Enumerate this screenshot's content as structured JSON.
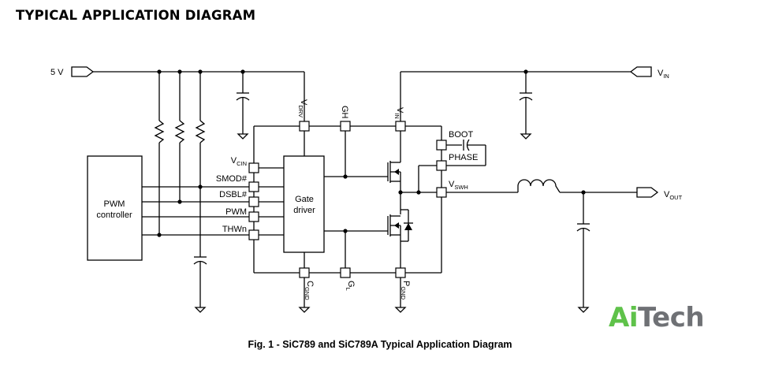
{
  "title": "TYPICAL APPLICATION DIAGRAM",
  "caption": "Fig. 1 - SiC789 and SiC789A Typical Application Diagram",
  "logo": {
    "part1": "Ai",
    "part2": "Tech",
    "color_ai": "#5fc24a",
    "color_tech": "#6f7175"
  },
  "power": {
    "input_5v": "5 V",
    "vin": {
      "main": "V",
      "sub": "IN"
    },
    "vout": {
      "main": "V",
      "sub": "OUT"
    }
  },
  "controller": {
    "line1": "PWM",
    "line2": "controller"
  },
  "driver": {
    "line1": "Gate",
    "line2": "driver"
  },
  "left_pins": {
    "vcin": {
      "main": "V",
      "sub": "CIN"
    },
    "smod": "SMOD#",
    "dsbl": "DSBL#",
    "pwm": "PWM",
    "thwn": "THWn"
  },
  "top_pins": {
    "vdrv": {
      "main": "V",
      "sub": "DRV"
    },
    "gh": "GH",
    "vin": {
      "main": "V",
      "sub": "IN"
    }
  },
  "bottom_pins": {
    "cgnd": {
      "main": "C",
      "sub": "GND"
    },
    "gl": {
      "main": "G",
      "sub": "L"
    },
    "pgnd": {
      "main": "P",
      "sub": "GND"
    }
  },
  "right_pins": {
    "boot": "BOOT",
    "phase": "PHASE",
    "vswh": {
      "main": "V",
      "sub": "SWH"
    }
  }
}
